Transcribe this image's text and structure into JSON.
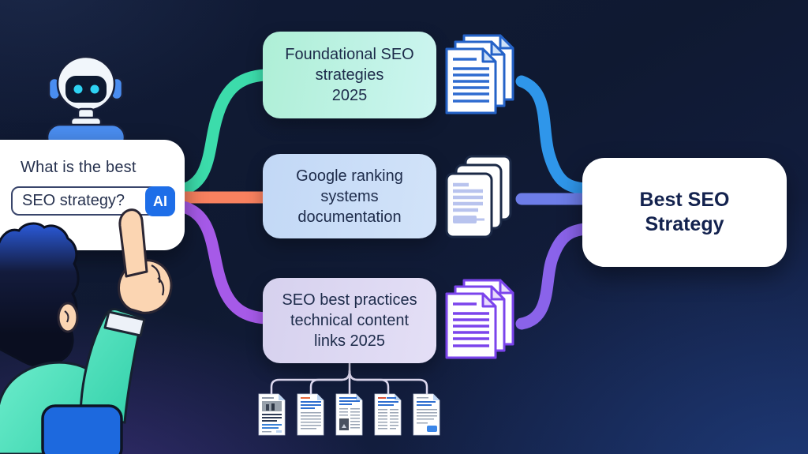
{
  "scene": {
    "query_card": {
      "question_line": "What is the best",
      "input_value": "SEO strategy?",
      "ai_button_label": "AI"
    },
    "keyword_nodes": [
      {
        "lines": [
          "Foundational SEO",
          "strategies",
          "2025"
        ]
      },
      {
        "lines": [
          "Google ranking",
          "systems",
          "documentation"
        ]
      },
      {
        "lines": [
          "SEO best practices",
          "technical content",
          "links 2025"
        ]
      }
    ],
    "result_node": {
      "lines": [
        "Best SEO",
        "Strategy"
      ]
    },
    "source_documents": {
      "count": 5
    },
    "icons": {
      "robot-icon": "friendly chatbot mascot",
      "document-stack-blue-icon": "stack of text documents, blue outline",
      "document-stack-navy-icon": "stack of text documents, navy outline",
      "document-stack-violet-icon": "stack of text documents, violet outline",
      "doc-thumbnail-icon": "small web article page",
      "person-illustration": "person from behind pointing at search box",
      "pointing-hand-icon": "hand with raised index finger"
    },
    "colors": {
      "background_navy": "#101a33",
      "background_blue": "#1b2d5a",
      "background_violet": "#272055",
      "card_white": "#ffffff",
      "text_navy": "#27324f",
      "ai_button_blue": "#1e6ee8",
      "connector_mint": "#3cdcab",
      "connector_coral": "#f8815f",
      "connector_purple": "#a65ae8",
      "connector_blue": "#2f96ea",
      "connector_periwinkle": "#6d7de8",
      "connector_violet": "#8a63ea",
      "fanout_lavender": "#ded9f0",
      "node_mint": "#bff2e4",
      "node_blue": "#c8dcf6",
      "node_lavender": "#ded9f2",
      "doc_outline_blue": "#2563c8",
      "doc_outline_navy": "#1b2946",
      "doc_outline_violet": "#7b44ec",
      "robot_blue": "#4a8df0",
      "robot_eye_cyan": "#2ed3f3",
      "shirt_teal": "#3fd9b4",
      "chair_blue": "#1d69de",
      "skin": "#fbd5b2"
    }
  }
}
